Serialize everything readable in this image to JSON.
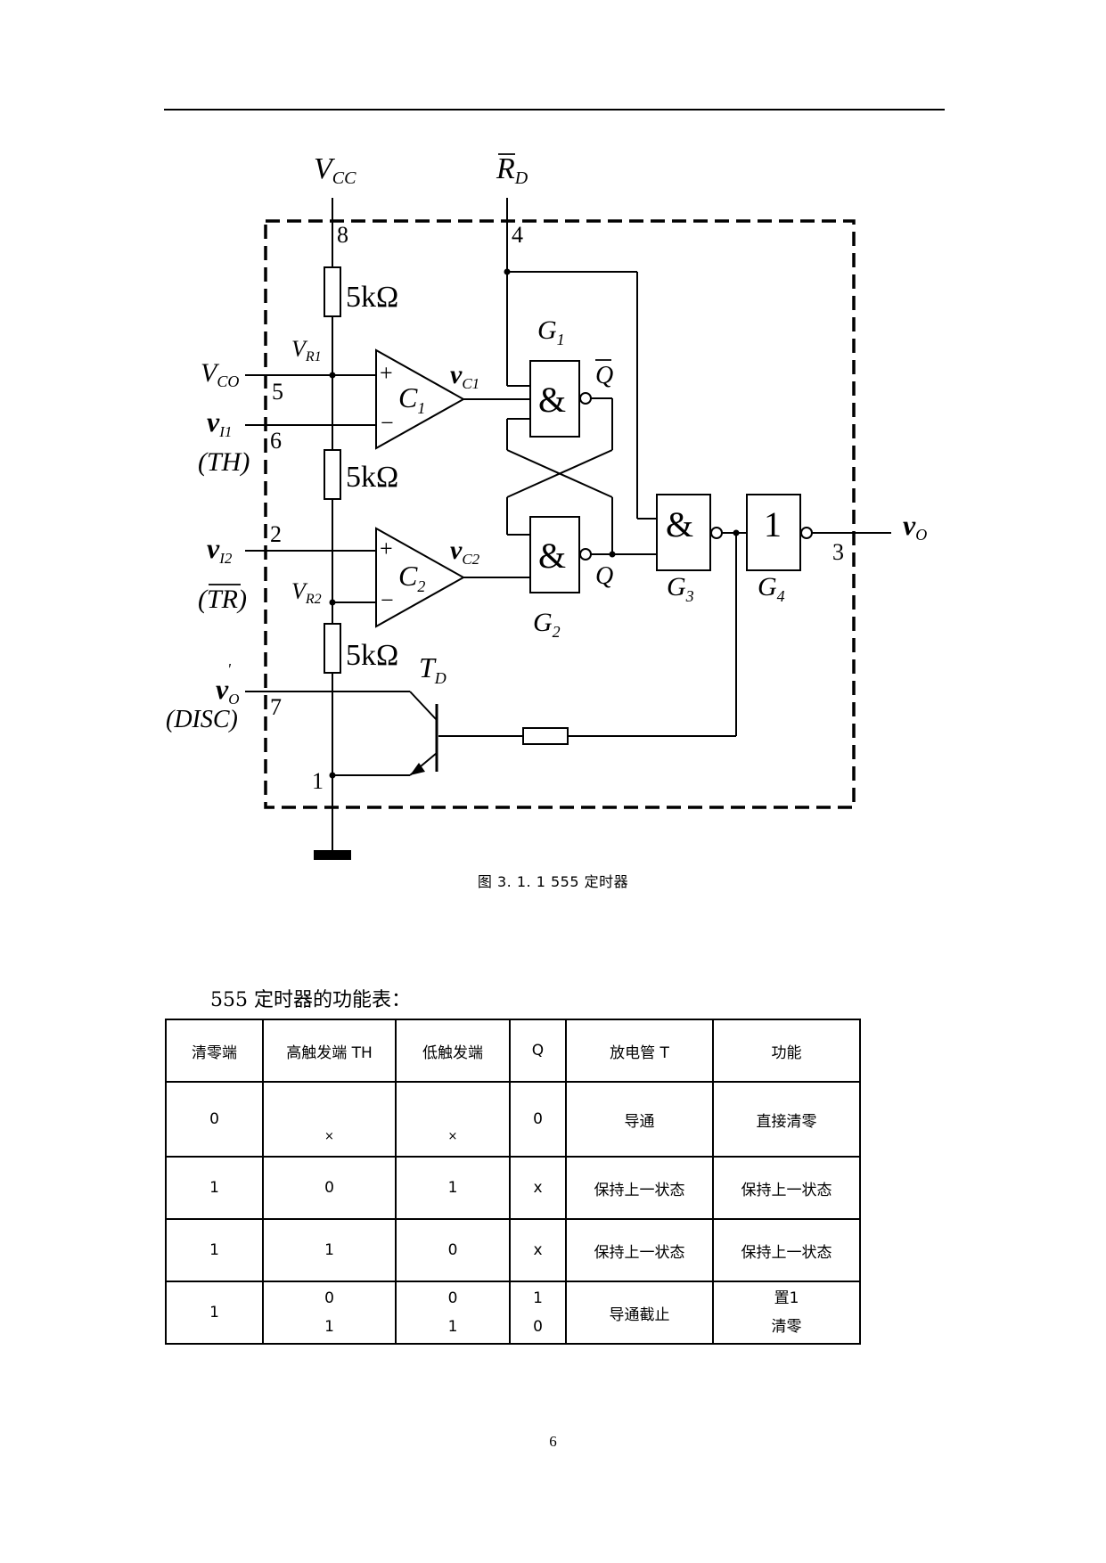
{
  "circuit": {
    "supply": {
      "main": "V",
      "sub": "CC"
    },
    "reset": {
      "main": "R",
      "sub": "D"
    },
    "pins": [
      "8",
      "4",
      "5",
      "6",
      "2",
      "7",
      "1",
      "3"
    ],
    "resistor_value": "5kΩ",
    "vr1": {
      "main": "V",
      "sub": "R1"
    },
    "vr2": {
      "main": "V",
      "sub": "R2"
    },
    "vco": {
      "main": "V",
      "sub": "CO"
    },
    "vi1": {
      "main": "v",
      "sub": "I1"
    },
    "vi1_name": "TH",
    "vi2": {
      "main": "v",
      "sub": "I2"
    },
    "vi2_name": "TR",
    "vo_disc": {
      "main": "v",
      "sub": "O"
    },
    "vo_disc_prime": "'",
    "disc_name": "(DISC)",
    "vc1": {
      "main": "v",
      "sub": "C1"
    },
    "vc2": {
      "main": "v",
      "sub": "C2"
    },
    "vo": {
      "main": "v",
      "sub": "O"
    },
    "c1": {
      "main": "C",
      "sub": "1"
    },
    "c2": {
      "main": "C",
      "sub": "2"
    },
    "g1": {
      "main": "G",
      "sub": "1"
    },
    "g2": {
      "main": "G",
      "sub": "2"
    },
    "g3": {
      "main": "G",
      "sub": "3"
    },
    "g4": {
      "main": "G",
      "sub": "4"
    },
    "td": {
      "main": "T",
      "sub": "D"
    },
    "nand_symbol": "&",
    "not_symbol": "1",
    "q": "Q",
    "plus": "+",
    "minus": "−"
  },
  "caption": "图 3. 1. 1 555 定时器",
  "table_title": "555 定时器的功能表：",
  "table": {
    "headers": [
      "清零端",
      "高触发端 TH",
      "低触发端",
      "Q",
      "放电管 T",
      "功能"
    ],
    "rows": [
      [
        "0",
        "×",
        "×",
        "0",
        "导通",
        "直接清零"
      ],
      [
        "1",
        "0",
        "1",
        "x",
        "保持上一状态",
        "保持上一状态"
      ],
      [
        "1",
        "1",
        "0",
        "x",
        "保持上一状态",
        "保持上一状态"
      ]
    ],
    "last_row": {
      "reset": "1",
      "th": [
        "0",
        "1"
      ],
      "tr": [
        "0",
        "1"
      ],
      "q": [
        "1",
        "0"
      ],
      "t": "导通截止",
      "func": [
        "置1",
        "清零"
      ]
    }
  },
  "page_number": "6"
}
